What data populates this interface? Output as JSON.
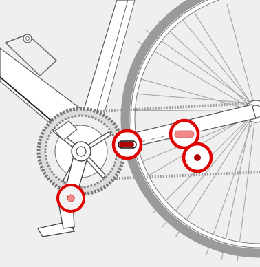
{
  "figure": {
    "subject": "bicycle-drivetrain-reflector-locations",
    "colors": {
      "background": "#efefef",
      "frame_fill": "#ffffff",
      "outline": "#555555",
      "tire": "#9a9a9a",
      "spoke": "#a8a8a8",
      "chain": "#9a9a9a",
      "highlight_ring": "#e00000",
      "reflector_red": "#f08a8a",
      "mark_dark": "#b00000"
    },
    "callouts": [
      {
        "id": "pedal-reflector",
        "icon": "reflector-dot-icon"
      },
      {
        "id": "chainstay-mount",
        "icon": "slot-mount-icon"
      },
      {
        "id": "chainstay-reflector",
        "icon": "reflector-bar-icon"
      },
      {
        "id": "hub-mount",
        "icon": "mount-point-icon"
      }
    ]
  }
}
